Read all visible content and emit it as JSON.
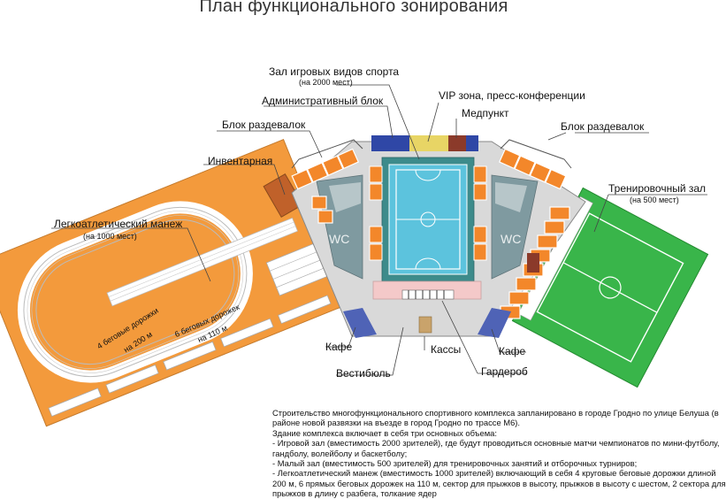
{
  "title": "План функционального зонирования",
  "labels": {
    "main_hall": "Зал игровых видов спорта",
    "main_hall_capacity": "(на 2000 мест)",
    "admin_block": "Административный блок",
    "vip_zone": "VIP зона, пресс-конференции",
    "medpunkt": "Медпункт",
    "locker_left": "Блок раздевалок",
    "locker_right": "Блок раздевалок",
    "inventory": "Инвентарная",
    "training_hall": "Тренировочный зал",
    "training_hall_capacity": "(на 500 мест)",
    "athletics": "Легкоатлетический манеж",
    "athletics_capacity": "(на 1000 мест)",
    "wc_left": "WC",
    "wc_right": "WC",
    "cafe_left": "Кафе",
    "cafe_right": "Кафе",
    "cashier": "Кассы",
    "lobby": "Вестибюль",
    "cloakroom": "Гардероб",
    "track_circle_1": "4 беговые дорожки",
    "track_circle_2": "на 200 м",
    "track_straight_1": "6 беговых дорожек",
    "track_straight_2": "на 110 м"
  },
  "description": [
    "Строительство многофункционального спортивного комплекса запланировано в городе Гродно по улице Белуша (в",
    "районе новой развязки на въезде в город Гродно по трассе М6).",
    "Здание комплекса включает в себя три основных объема:",
    "- Игровой зал (вместимость 2000 зрителей), где будут проводиться основные матчи чемпионатов по мини-футболу,",
    "гандболу, волейболу и баскетболу;",
    "- Малый зал (вместимость 500 зрителей) для тренировочных занятий и отборочных турниров;",
    "- Легкоатлетический манеж (вместимость 1000 зрителей) включающий в себя 4 круговые беговые дорожки длиной",
    "200 м, 6 прямых беговых дорожек на 110 м, сектор для прыжков в высоту, прыжков в высоту с шестом, 2 сектора для",
    "прыжков в длину с разбега, толкание ядер"
  ],
  "colors": {
    "orange": "#f39a3c",
    "locker": "#f3872a",
    "court_blue": "#5cc3dd",
    "teal": "#3d8b8b",
    "green": "#39b54a",
    "admin_blue": "#2f47a6",
    "vip_yellow": "#e8d565",
    "med_brown": "#8b3a2a",
    "wc_gray": "#7f9aa0",
    "foyer_gray": "#d9d9d9",
    "pink": "#f4c9c9",
    "cafe_blue": "#4f63b6",
    "brown": "#c0612a"
  }
}
